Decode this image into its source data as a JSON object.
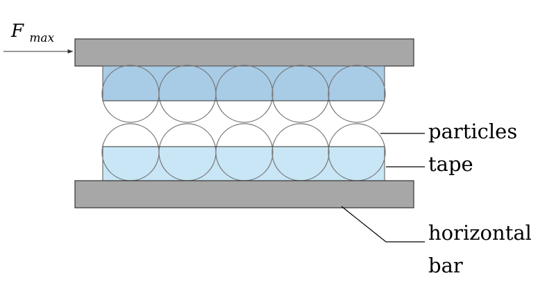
{
  "force_label": {
    "symbol": "F",
    "subscript": "max"
  },
  "labels": {
    "particles": "particles",
    "tape": "tape",
    "horizontal_bar": "horizontal",
    "horizontal_bar_line2": "bar"
  },
  "particle_layers": [
    {
      "row": "upper",
      "count": 5,
      "tape_fill": "#a8cbe6",
      "tape_side": "top"
    },
    {
      "row": "lower",
      "count": 5,
      "tape_fill": "#c9e6f6",
      "tape_side": "bottom"
    }
  ],
  "colors": {
    "bar_fill": "#a7a7a7",
    "bar_stroke": "#333333",
    "tape_upper": "#a8cbe6",
    "tape_lower": "#c9e6f6",
    "particle_stroke": "#777777",
    "leader_line": "#000000"
  }
}
